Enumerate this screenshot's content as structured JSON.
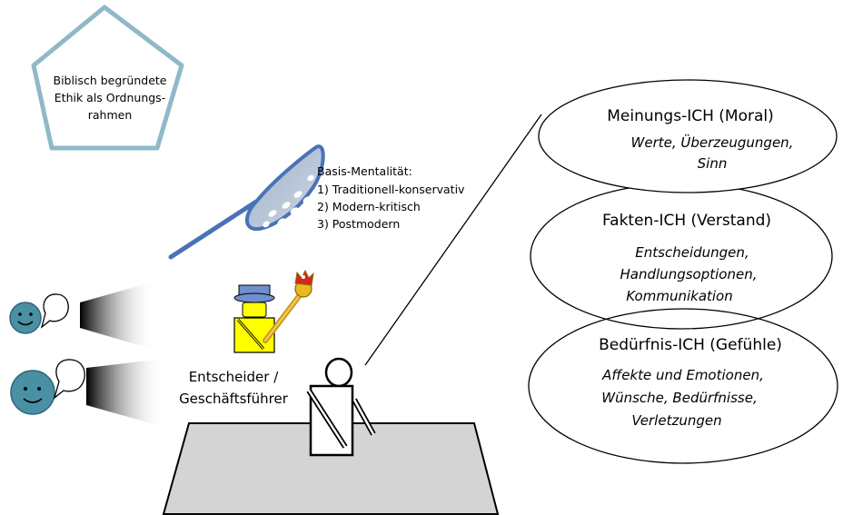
{
  "pentagon": {
    "line1": "Biblisch begründete",
    "line2": "Ethik als Ordnungs-",
    "line3": "rahmen"
  },
  "mentality": {
    "title": "Basis-Mentalität:",
    "items": [
      "1)  Traditionell-konservativ",
      "2)  Modern-kritisch",
      "3)  Postmodern"
    ]
  },
  "decision_maker": {
    "line1": "Entscheider /",
    "line2": "Geschäftsführer"
  },
  "ellipses": [
    {
      "title": "Meinungs-ICH (Moral)",
      "lines": [
        "Werte, Überzeugungen,",
        "Sinn"
      ]
    },
    {
      "title": "Fakten-ICH (Verstand)",
      "lines": [
        "Entscheidungen,",
        "Handlungsoptionen,",
        "Kommunikation"
      ]
    },
    {
      "title": "Bedürfnis-ICH (Gefühle)",
      "lines": [
        "Affekte und Emotionen,",
        "Wünsche, Bedürfnisse,",
        "Verletzungen"
      ]
    }
  ],
  "colors": {
    "pentagon_stroke": "#8fb9c9",
    "net_blue": "#4a72b8",
    "smiley_fill": "#4a90a4",
    "king_yellow": "#ffff00",
    "hat_blue": "#6f8fcf",
    "table_gray": "#d4d4d4"
  },
  "icons": [
    "smiley-icon",
    "speech-bubble-icon",
    "net-icon",
    "king-icon",
    "scepter-icon",
    "person-icon",
    "table-icon"
  ]
}
